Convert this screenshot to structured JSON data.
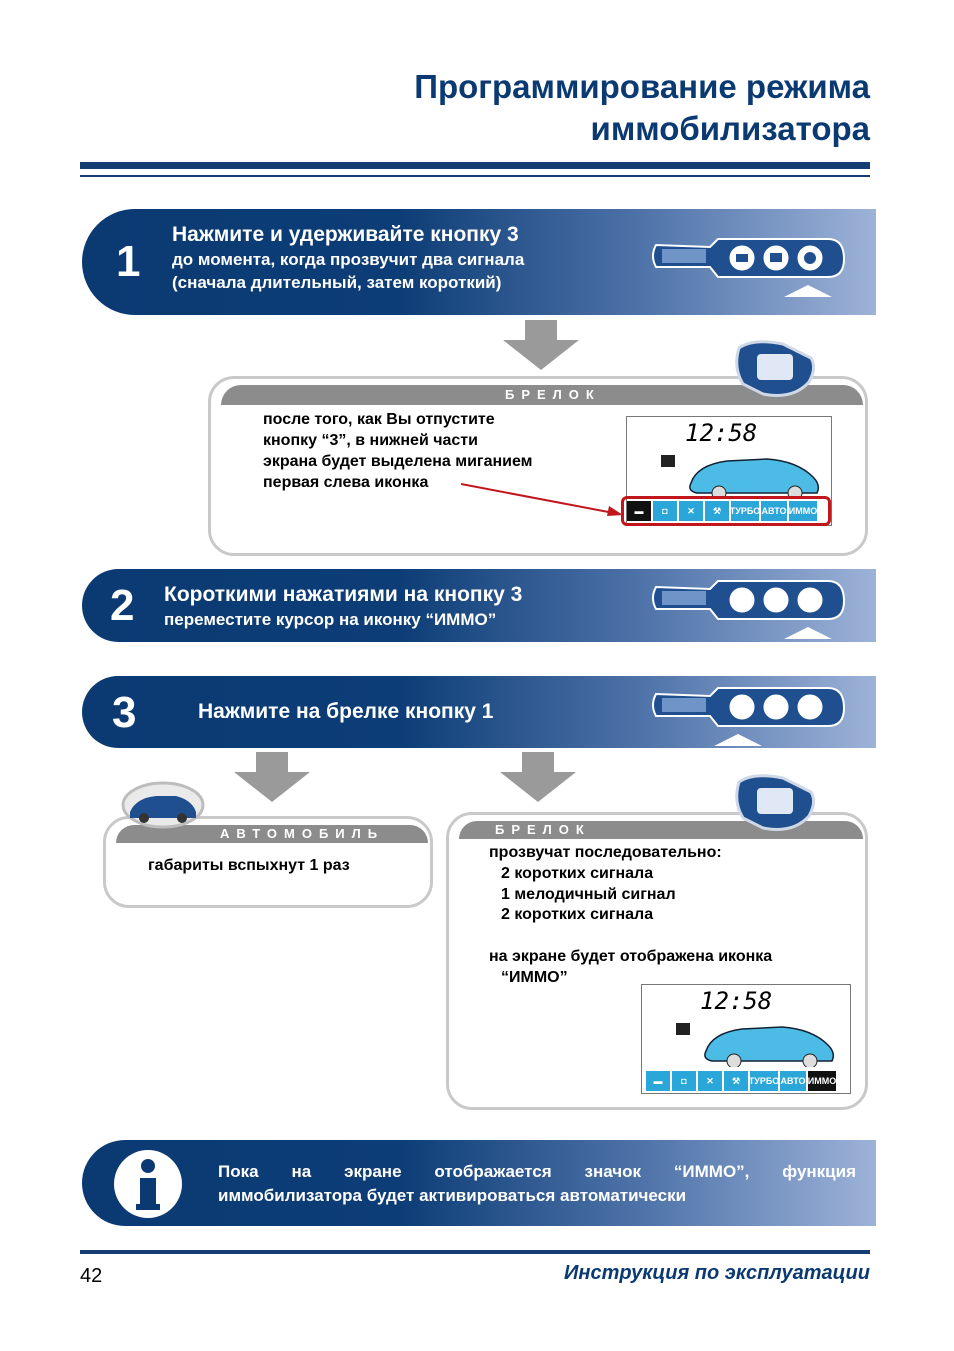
{
  "header": {
    "title_line1": "Программирование режима",
    "title_line2": "иммобилизатора"
  },
  "step1": {
    "number": "1",
    "line1": "Нажмите и удерживайте кнопку 3",
    "line2": "до момента, когда прозвучит два сигнала",
    "line3": "(сначала длительный, затем короткий)"
  },
  "panel1": {
    "head": "БРЕЛОК",
    "lines": [
      "после того, как Вы отпустите",
      "кнопку “3”, в нижней части",
      "экрана будет выделена миганием",
      "первая слева иконка"
    ]
  },
  "screen": {
    "time": "12:58",
    "icons": [
      "pistol-icon",
      "lock-icon",
      "fan-icon",
      "wrench-icon",
      "ТУРБО",
      "АВТО",
      "ИММО"
    ]
  },
  "step2": {
    "number": "2",
    "line1": "Короткими нажатиями на кнопку 3",
    "line2": "переместите курсор на иконку “ИММО”"
  },
  "step3": {
    "number": "3",
    "line1": "Нажмите на брелке кнопку 1"
  },
  "panel_car": {
    "head": "АВТОМОБИЛЬ",
    "text": "габариты вспыхнут 1 раз"
  },
  "panel2": {
    "head": "БРЕЛОК",
    "lines": [
      "прозвучат последовательно:",
      "2 коротких сигнала",
      "1 мелодичный сигнал",
      "2 коротких сигнала",
      "на экране будет отображена иконка",
      "“ИММО”"
    ]
  },
  "info": {
    "text_line1": "Пока на экране отображается значок “ИММО”, функция",
    "text_line2": "иммобилизатора будет активироваться автоматически"
  },
  "footer": {
    "page": "42",
    "doc": "Инструкция по эксплуатации"
  },
  "colors": {
    "brand": "#0b3a73",
    "accent": "#2aa7d8",
    "gray": "#8c8c8c",
    "pointer": "#c0161c"
  }
}
